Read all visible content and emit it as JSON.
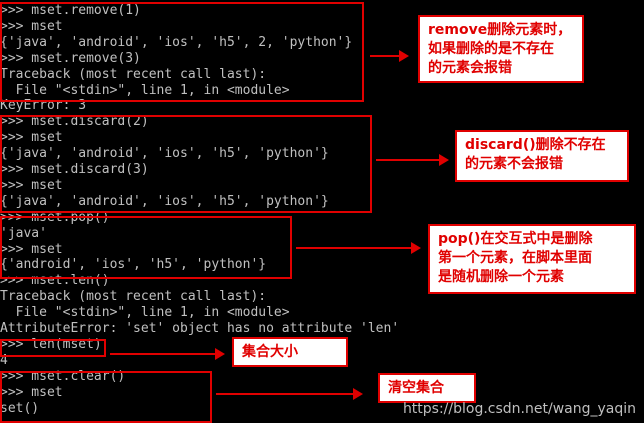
{
  "terminal": {
    "lines": [
      ">>> mset.remove(1)",
      ">>> mset",
      "{'java', 'android', 'ios', 'h5', 2, 'python'}",
      ">>> mset.remove(3)",
      "Traceback (most recent call last):",
      "  File \"<stdin>\", line 1, in <module>",
      "KeyError: 3",
      ">>> mset.discard(2)",
      ">>> mset",
      "{'java', 'android', 'ios', 'h5', 'python'}",
      ">>> mset.discard(3)",
      ">>> mset",
      "{'java', 'android', 'ios', 'h5', 'python'}",
      ">>> mset.pop()",
      "'java'",
      ">>> mset",
      "{'android', 'ios', 'h5', 'python'}",
      ">>> mset.len()",
      "Traceback (most recent call last):",
      "  File \"<stdin>\", line 1, in <module>",
      "AttributeError: 'set' object has no attribute 'len'",
      ">>> len(mset)",
      "4",
      ">>> mset.clear()",
      ">>> mset",
      "set()"
    ]
  },
  "annotations": {
    "remove": "remove删除元素时，\n如果删除的是不存在\n的元素会报错",
    "discard": "discard()删除不存在\n的元素不会报错",
    "pop": "pop()在交互式中是删除\n第一个元素，在脚本里面\n是随机删除一个元素",
    "len": "集合大小",
    "clear": "清空集合"
  },
  "watermark": "https://blog.csdn.net/wang_yaqin",
  "colors": {
    "background": "#000000",
    "terminal_text": "#c0c0c0",
    "highlight": "#e00000",
    "note_bg": "#ffffff"
  }
}
